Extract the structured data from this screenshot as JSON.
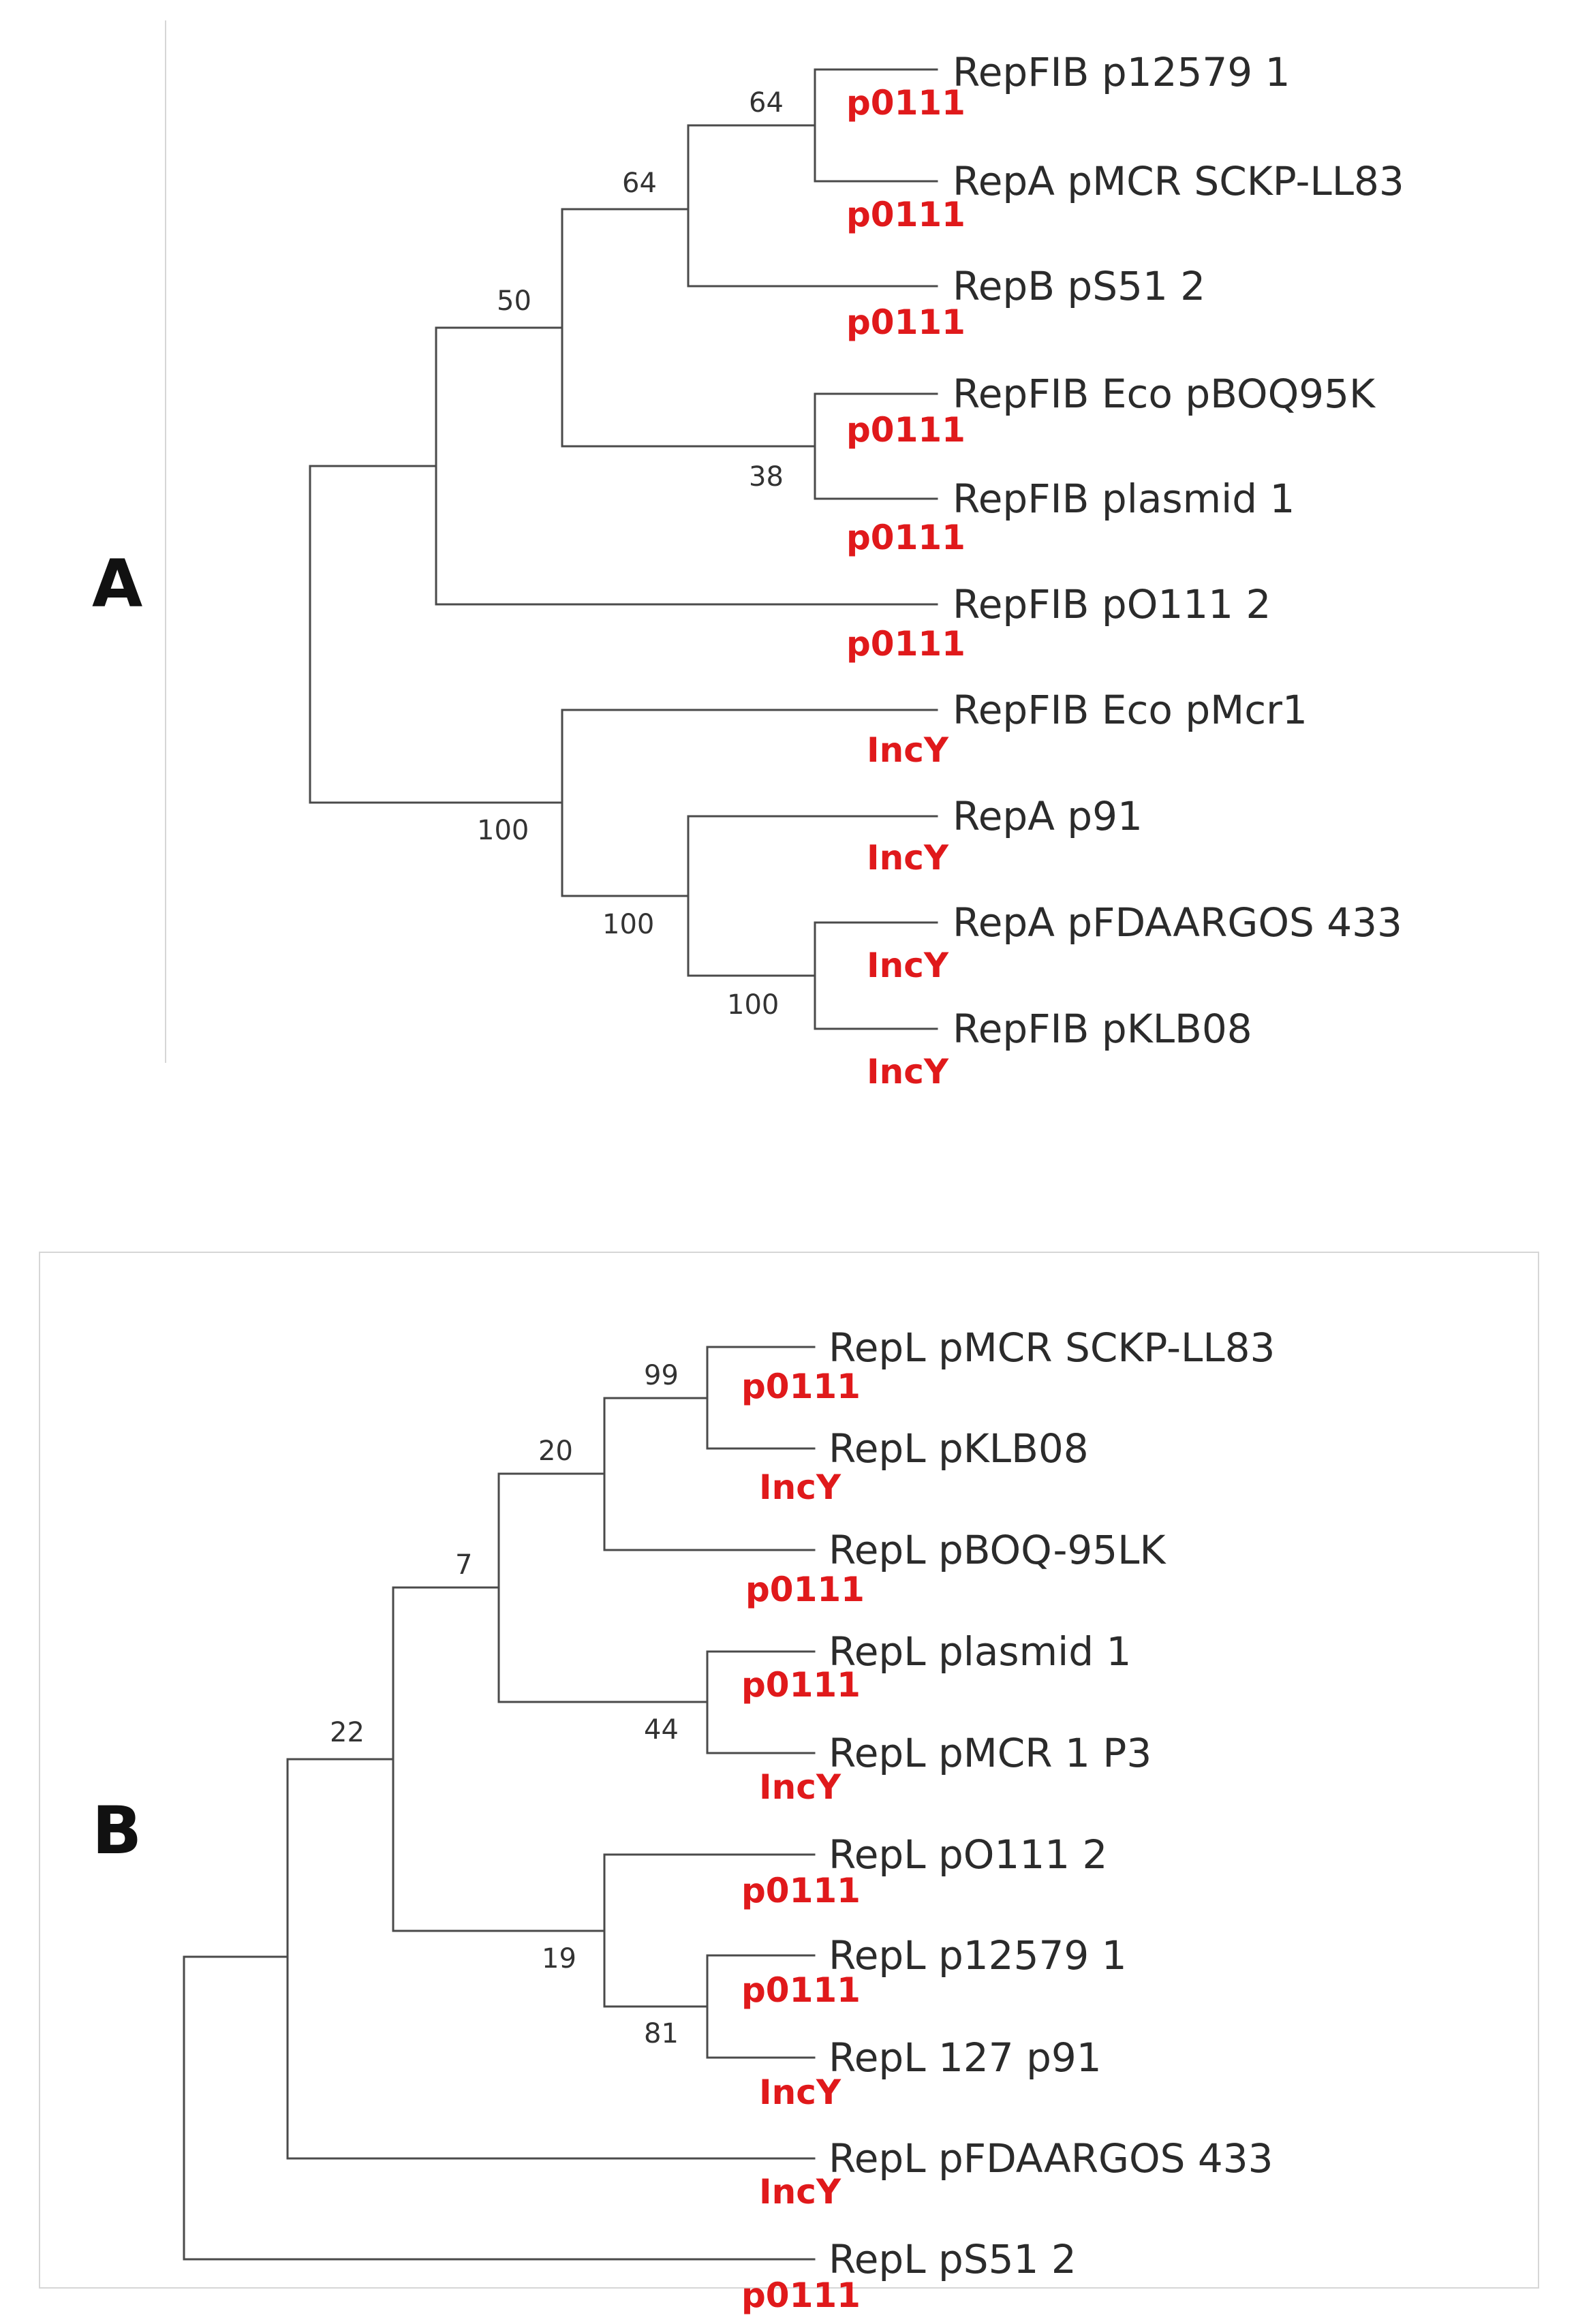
{
  "panels": [
    {
      "label": "A",
      "leaves": [
        {
          "name": "RepFIB p12579 1",
          "group": "p0111"
        },
        {
          "name": "RepA pMCR SCKP-LL83",
          "group": "p0111"
        },
        {
          "name": "RepB pS51 2",
          "group": "p0111"
        },
        {
          "name": "RepFIB Eco pBOQ95K",
          "group": "p0111"
        },
        {
          "name": "RepFIB plasmid 1",
          "group": "p0111"
        },
        {
          "name": "RepFIB pO111 2",
          "group": "p0111"
        },
        {
          "name": "RepFIB Eco pMcr1",
          "group": "IncY"
        },
        {
          "name": "RepA p91",
          "group": "IncY"
        },
        {
          "name": "RepA pFDAARGOS 433",
          "group": "IncY"
        },
        {
          "name": "RepFIB pKLB08",
          "group": "IncY"
        }
      ],
      "bootstrap_values": [
        "64",
        "64",
        "50",
        "38",
        "100",
        "100",
        "100"
      ]
    },
    {
      "label": "B",
      "leaves": [
        {
          "name": "RepL pMCR SCKP-LL83",
          "group": "p0111"
        },
        {
          "name": "RepL pKLB08",
          "group": "IncY"
        },
        {
          "name": "RepL pBOQ-95LK",
          "group": "p0111"
        },
        {
          "name": "RepL plasmid 1",
          "group": "p0111"
        },
        {
          "name": "RepL pMCR 1 P3",
          "group": "IncY"
        },
        {
          "name": "RepL pO111 2",
          "group": "p0111"
        },
        {
          "name": "RepL p12579 1",
          "group": "p0111"
        },
        {
          "name": "RepL 127 p91",
          "group": "IncY"
        },
        {
          "name": "RepL pFDAARGOS 433",
          "group": "IncY"
        },
        {
          "name": "RepL pS51 2",
          "group": "p0111"
        }
      ],
      "bootstrap_values": [
        "99",
        "20",
        "7",
        "44",
        "22",
        "19",
        "81"
      ]
    }
  ],
  "colors": {
    "branch": "#4a4a4a",
    "leaf_name": "#2b2b2b",
    "group_label": "#e0191b",
    "bootstrap": "#333333",
    "frame": "#d6d6d6"
  }
}
